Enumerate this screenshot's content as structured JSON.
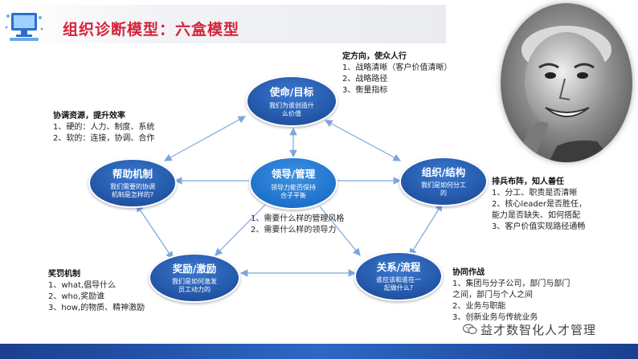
{
  "header": {
    "title": "组织诊断模型：六盒模型"
  },
  "nodes": {
    "mission": {
      "title": "使命/目标",
      "sub1": "我们为谁创造什",
      "sub2": "么价值"
    },
    "help": {
      "title": "帮助机制",
      "sub1": "我们需要的协调",
      "sub2": "机制是怎样的?"
    },
    "leader": {
      "title": "领导/管理",
      "sub1": "领导力能否保持",
      "sub2": "合子平衡"
    },
    "org": {
      "title": "组织/结构",
      "sub1": "我们是如何分工",
      "sub2": "的"
    },
    "reward": {
      "title": "奖励/激励",
      "sub1": "我们是如何激发",
      "sub2": "员工动力的"
    },
    "relation": {
      "title": "关系/流程",
      "sub1": "谁应该和谁在一",
      "sub2": "起做什么?"
    }
  },
  "notes": {
    "mission": {
      "head": "定方向，使众人行",
      "items": [
        "1、战略清晰（客户价值清晰）",
        "2、战略路径",
        "3、衡量指标"
      ]
    },
    "help": {
      "head": "协调资源，提升效率",
      "items": [
        "1、硬的：人力、制度、系统",
        "2、软的：连接，协调、合作"
      ]
    },
    "leader": {
      "items": [
        "1、需要什么样的管理风格",
        "2、需要什么样的领导力"
      ]
    },
    "org": {
      "head": "排兵布阵，知人善任",
      "items": [
        "1、分工、职责是否清晰",
        "2、核心leader是否胜任，",
        "能力是否缺失、如何搭配",
        "3、客户价值实现路径通畅"
      ]
    },
    "reward": {
      "head": "奖罚机制",
      "items": [
        "1、what,倡导什么",
        "2、who,奖励谁",
        "3、how,的物质、精神激励"
      ]
    },
    "relation": {
      "head": "协同作战",
      "items": [
        "1、集团与分子公司，部门与部门",
        "之间，部门与个人之间",
        "2、业务与职能",
        "3、创新业务与传统业务"
      ]
    }
  },
  "footer": {
    "brand": "益才数智化人才管理"
  },
  "colors": {
    "node": "#1f4f9e",
    "node_light": "#3a78d0",
    "title": "#d6233a",
    "arrow": "#7ea6dc"
  }
}
